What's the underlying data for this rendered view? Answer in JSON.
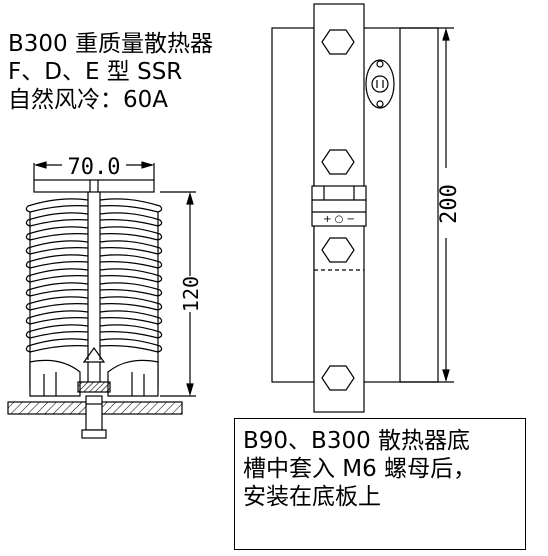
{
  "title": {
    "line1": "B300 重质量散热器",
    "line2": "F、D、E 型 SSR",
    "line3": "自然风冷：60A"
  },
  "dimensions": {
    "width": "70.0",
    "height_side": "120",
    "length_front": "200"
  },
  "front_view": {
    "terminal_marks": "+  ○  −"
  },
  "note": {
    "line1": "B90、B300 散热器底",
    "line2": "槽中套入 M6 螺母后，",
    "line3": "安装在底板上"
  }
}
